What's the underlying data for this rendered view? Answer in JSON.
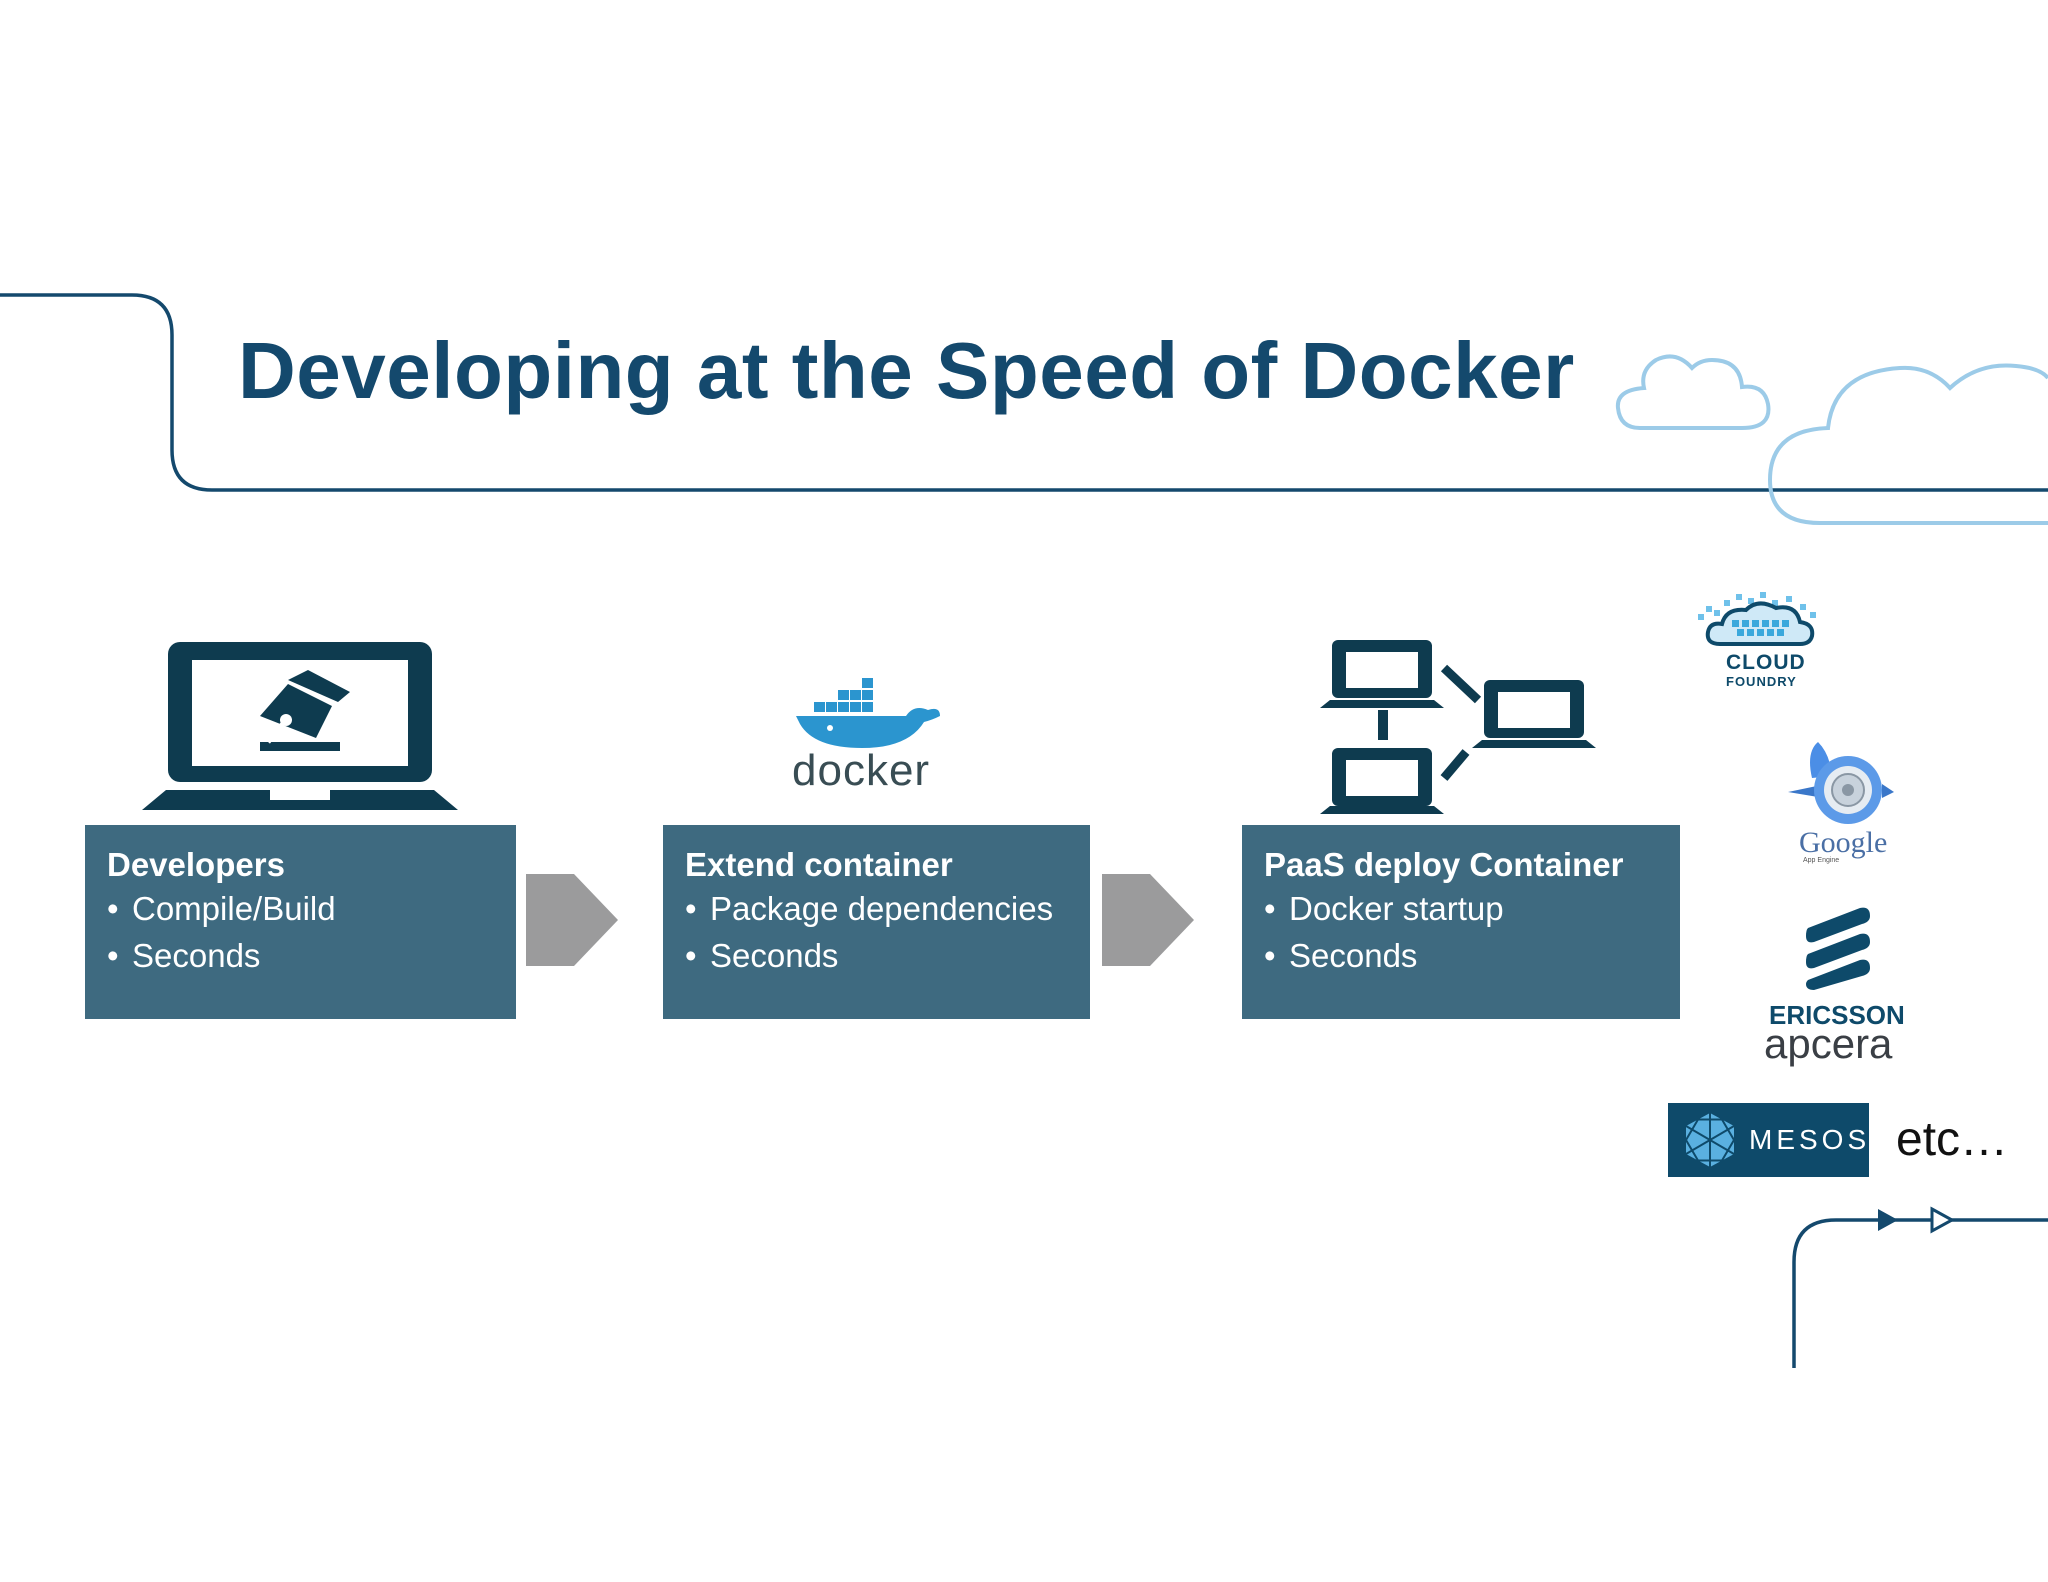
{
  "slide": {
    "title": "Developing at the Speed of Docker"
  },
  "steps": [
    {
      "head": "Developers",
      "bullets": [
        "Compile/Build",
        "Seconds"
      ]
    },
    {
      "head": "Extend container",
      "bullets": [
        "Package dependencies",
        "Seconds"
      ]
    },
    {
      "head": "PaaS deploy Container",
      "bullets": [
        "Docker startup",
        "Seconds"
      ]
    }
  ],
  "logos": {
    "docker": "docker",
    "cloud_foundry_1": "CLOUD",
    "cloud_foundry_2": "FOUNDRY",
    "google": "Google",
    "google_sub": "App Engine",
    "ericsson": "ERICSSON",
    "apcera": "apcera",
    "mesos": "MESOS",
    "etc": "etc…"
  },
  "colors": {
    "brand_dark": "#14496d",
    "box_fill": "#3e6a80",
    "arrow_gray": "#9b9b9c",
    "cloud_outline": "#9ccbe8",
    "docker_blue": "#2b95cf"
  },
  "icons": [
    "laptop-pen-icon",
    "docker-whale-icon",
    "network-laptops-icon",
    "arrow-chevron-icon",
    "cloud-outline-icon"
  ]
}
